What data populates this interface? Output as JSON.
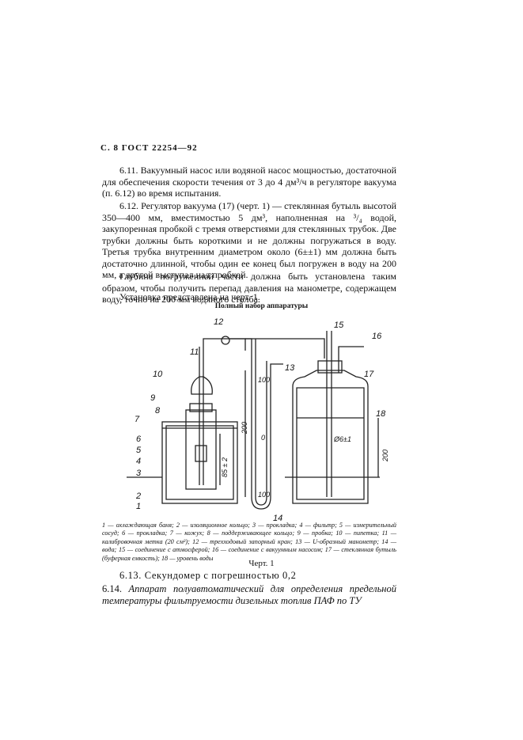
{
  "header": "С. 8 ГОСТ 22254—92",
  "paragraphs": {
    "p611": "6.11. Вакуумный насос или водяной насос мощностью, достаточной для обеспечения скорости течения от 3 до 4 дм³/ч в регуляторе вакуума (п. 6.12) во время испытания.",
    "p612": "6.12. Регулятор вакуума (17) (черт. 1) — стеклянная бутыль высотой 350—400 мм, вместимостью 5 дм³, наполненная на ³/₄ водой, закупоренная пробкой с тремя отверстиями для стеклянных трубок. Две трубки должны быть короткими и не должны погружаться в воду. Третья трубка внутренним диаметром около (6±±1) мм должна быть достаточно длинной, чтобы один ее конец был погружен в воду на 200 мм, а другой выступал над пробкой.",
    "p_depth": "Глубина погруженной части должна быть установлена таким образом, чтобы получить перепад давления на манометре, содержащем воду, точно на 200 мм водяного столба.",
    "p_setup": "Установка представлена на черт. 1."
  },
  "figure": {
    "title": "Полный набор аппаратуры",
    "labels": [
      "1",
      "2",
      "3",
      "4",
      "5",
      "6",
      "7",
      "8",
      "9",
      "10",
      "11",
      "12",
      "13",
      "14",
      "15",
      "16",
      "17",
      "18"
    ],
    "dimensions": {
      "d1": "200",
      "d2": "85 ± 2",
      "d3": "100",
      "d4": "0",
      "d5": "100",
      "d6": "Ø6±1",
      "d7": "200"
    },
    "caption": "1 — охлаждающая баня; 2 — изоляционное кольцо; 3 — прокладка; 4 — фильтр; 5 — измерительный сосуд; 6 — прокладка; 7 — кожух; 8 — поддерживающее кольцо; 9 — пробка; 10 — пипетка; 11 — калибровочная метка (20 см³); 12 — трехходовый запорный кран; 13 — U-образный манометр; 14 — вода; 15 — соединение с атмосферой; 16 — соединение с вакуумным насосом; 17 — стеклянная бутыль (буферная емкость); 18 — уровень воды",
    "number": "Черт. 1"
  },
  "p613": "6.13. Секундомер с погрешностью 0,2",
  "p614_num": "6.14.",
  "p614_text": "Аппарат полуавтоматический для определения предельной температуры фильтруемости дизельных топлив ПАФ по ТУ"
}
